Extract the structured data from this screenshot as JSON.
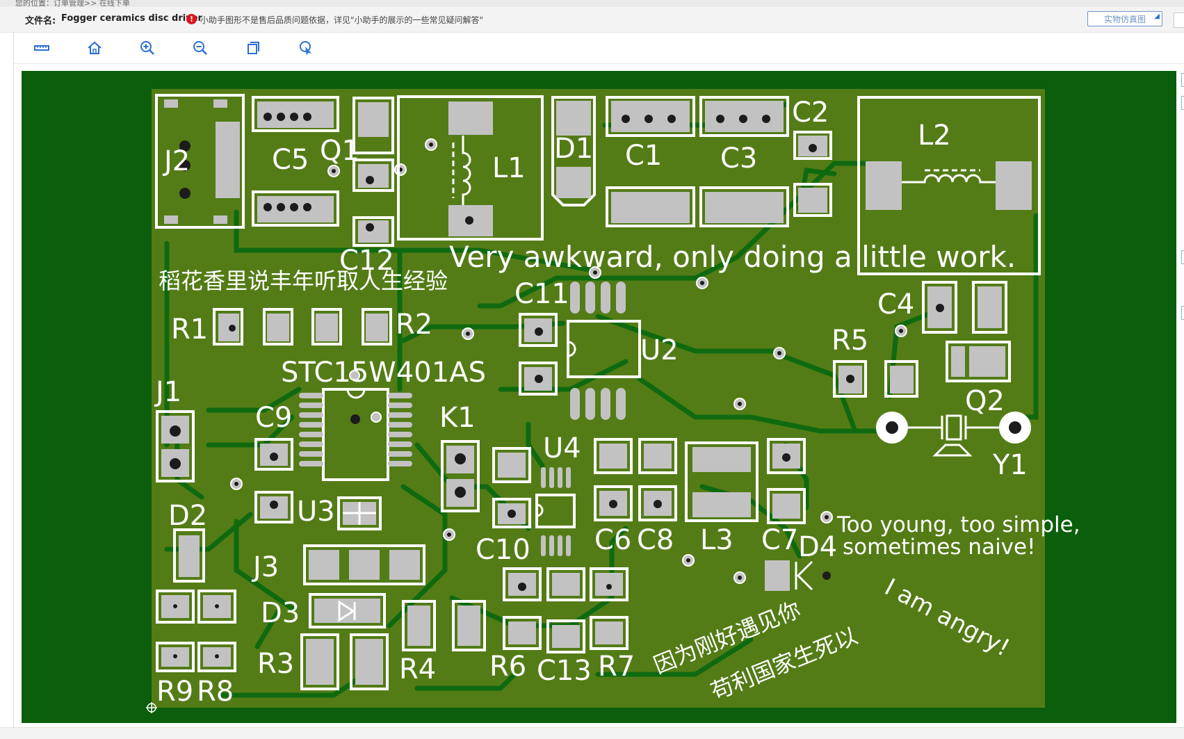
{
  "breadcrumb": "您的位置：订单管理>> 在线下单",
  "infobar": {
    "file_label": "文件名:",
    "file_name": "Fogger ceramics disc driver",
    "warning_icon": "exclamation-icon",
    "notice": "小助手图形不是售后品质问题依据，详见\"小助手的展示的一些常见疑问解答\"",
    "sim_button": "实物仿真图"
  },
  "toolbar": [
    {
      "name": "measure-tool",
      "icon": "ruler-icon"
    },
    {
      "name": "home-tool",
      "icon": "home-icon"
    },
    {
      "name": "zoom-in-tool",
      "icon": "zoom-in-icon"
    },
    {
      "name": "zoom-out-tool",
      "icon": "zoom-out-icon"
    },
    {
      "name": "copy-tool",
      "icon": "copy-icon"
    },
    {
      "name": "select-tool",
      "icon": "cursor-icon"
    }
  ],
  "colors": {
    "board_outer": "#0b5e0b",
    "board_inner": "#537c16",
    "trace": "#0f6a0f",
    "silk": "#ffffff",
    "pad": "#c2c2c2",
    "accent": "#2b6fd6"
  },
  "board": {
    "designators": {
      "J2": "J2",
      "C5": "C5",
      "Q1": "Q1",
      "L1": "L1",
      "D1": "D1",
      "C1": "C1",
      "C3": "C3",
      "C2": "C2",
      "L2": "L2",
      "C12": "C12",
      "C11": "C11",
      "U2": "U2",
      "C4": "C4",
      "R5": "R5",
      "R1": "R1",
      "R2": "R2",
      "STC": "STC15W401AS",
      "J1": "J1",
      "C9": "C9",
      "K1": "K1",
      "U4": "U4",
      "Q2": "Q2",
      "Y1": "Y1",
      "D2": "D2",
      "U3": "U3",
      "C10": "C10",
      "C6": "C6",
      "C8": "C8",
      "L3": "L3",
      "C7": "C7",
      "D4": "D4",
      "J3": "J3",
      "D3": "D3",
      "R3": "R3",
      "R4": "R4",
      "R6": "R6",
      "C13": "C13",
      "R7": "R7",
      "R9": "R9",
      "R8": "R8"
    },
    "text_awkward": "Very awkward, only doing a little work.",
    "text_chinese_1": "稻花香里说丰年听取人生经验",
    "text_young_1": "Too young, too simple,",
    "text_young_2": "sometimes naive!",
    "text_angry": "I am angry!",
    "text_chinese_2": "因为刚好遇见你",
    "text_chinese_3": "苟利国家生死以"
  }
}
